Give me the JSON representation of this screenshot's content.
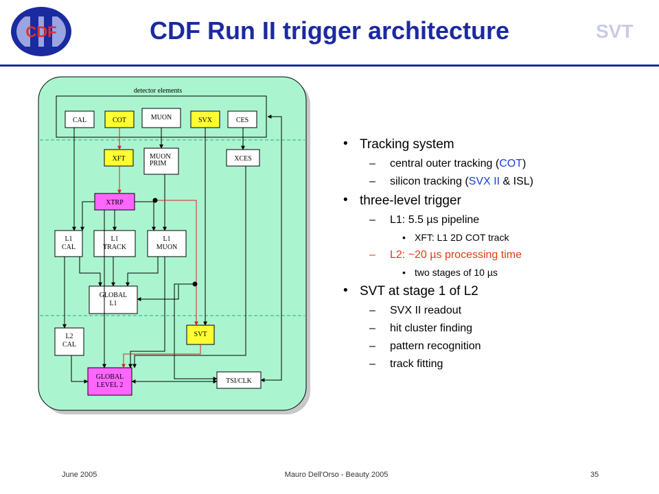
{
  "header": {
    "title": "CDF Run II trigger architecture",
    "logo_left_text": "CDF",
    "logo_right_text": "SVT"
  },
  "diagram": {
    "detector_elements_label": "detector elements",
    "boxes": {
      "cal": "CAL",
      "cot": "COT",
      "muon": "MUON",
      "svx": "SVX",
      "ces": "CES",
      "xft": "XFT",
      "muon_prim_1": "MUON",
      "muon_prim_2": "PRIM",
      "xces": "XCES",
      "xtrp": "XTRP",
      "l1cal_1": "L1",
      "l1cal_2": "CAL",
      "l1track_1": "L1",
      "l1track_2": "TRACK",
      "l1muon_1": "L1",
      "l1muon_2": "MUON",
      "global_l1_1": "GLOBAL",
      "global_l1_2": "L1",
      "l2cal_1": "L2",
      "l2cal_2": "CAL",
      "svt": "SVT",
      "global_l2_1": "GLOBAL",
      "global_l2_2": "LEVEL 2",
      "tsi": "TSI/CLK"
    },
    "colors": {
      "panel": "#aaf5cf",
      "yellow_box": "#ffff33",
      "magenta_box": "#ff66ff",
      "red_line": "#e02020"
    }
  },
  "bullets": {
    "b1": "Tracking system",
    "b1_s1_pre": "central outer tracking (",
    "b1_s1_hl": "COT",
    "b1_s1_post": ")",
    "b1_s2_pre": "silicon tracking (",
    "b1_s2_hl": "SVX II",
    "b1_s2_post": " & ISL)",
    "b2": "three-level trigger",
    "b2_s1": "L1: 5.5 µs pipeline",
    "b2_s1_sub": "XFT: L1 2D COT track",
    "b2_s2": "L2: ~20 µs processing time",
    "b2_s2_sub": "two stages of 10 µs",
    "b3": "SVT at stage 1 of L2",
    "b3_s1": "SVX II readout",
    "b3_s2": "hit cluster finding",
    "b3_s3": "pattern recognition",
    "b3_s4": "track fitting",
    "dash": "–",
    "dot": "•"
  },
  "footer": {
    "date": "June 2005",
    "author": "Mauro Dell'Orso - Beauty 2005",
    "page": "35"
  }
}
